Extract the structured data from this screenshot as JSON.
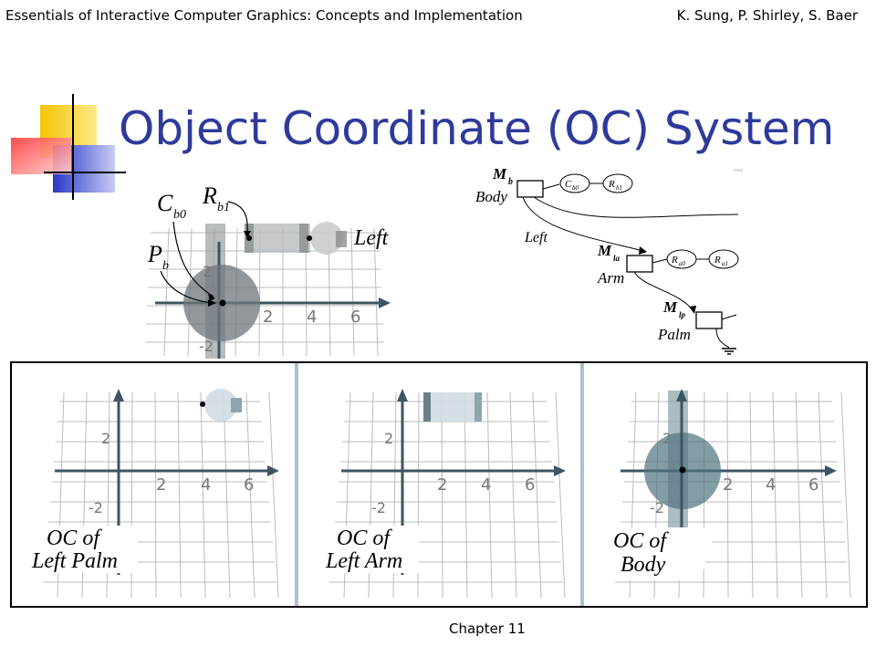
{
  "header": {
    "left": "Essentials of Interactive Computer Graphics: Concepts and Implementation",
    "right": "K. Sung, P. Shirley, S. Baer"
  },
  "slide": {
    "title": "Object Coordinate (OC) System",
    "footer": "Chapter 11"
  },
  "top_figure": {
    "labels": {
      "c_main": "C",
      "c_sub": "b0",
      "r_main": "R",
      "r_sub": "b1",
      "p_main": "P",
      "p_sub": "b",
      "left": "Left"
    },
    "ticks": [
      "2",
      "4",
      "6",
      "2",
      "-2"
    ]
  },
  "scene_graph": {
    "body_label": "Body",
    "mb": "M",
    "mb_sub": "b",
    "cb0": "C",
    "cb0_sub": "b0",
    "rb1": "R",
    "rb1_sub": "b1",
    "edge_label": "Left",
    "mla": "M",
    "mla_sub": "la",
    "arm_label": "Arm",
    "ra0": "R",
    "ra0_sub": "a0",
    "ra1": "R",
    "ra1_sub": "a1",
    "mlp": "M",
    "mlp_sub": "lp",
    "palm_label": "Palm"
  },
  "panels": [
    {
      "caption_1": "OC of",
      "caption_2": "Left Palm",
      "ticks": [
        "2",
        "4",
        "6",
        "2",
        "-2"
      ]
    },
    {
      "caption_1": "OC of",
      "caption_2": "Left Arm",
      "ticks": [
        "2",
        "4",
        "6",
        "2",
        "-2"
      ]
    },
    {
      "caption_1": "OC of",
      "caption_2": "Body",
      "ticks": [
        "2",
        "4",
        "6",
        "2",
        "-2"
      ]
    }
  ]
}
